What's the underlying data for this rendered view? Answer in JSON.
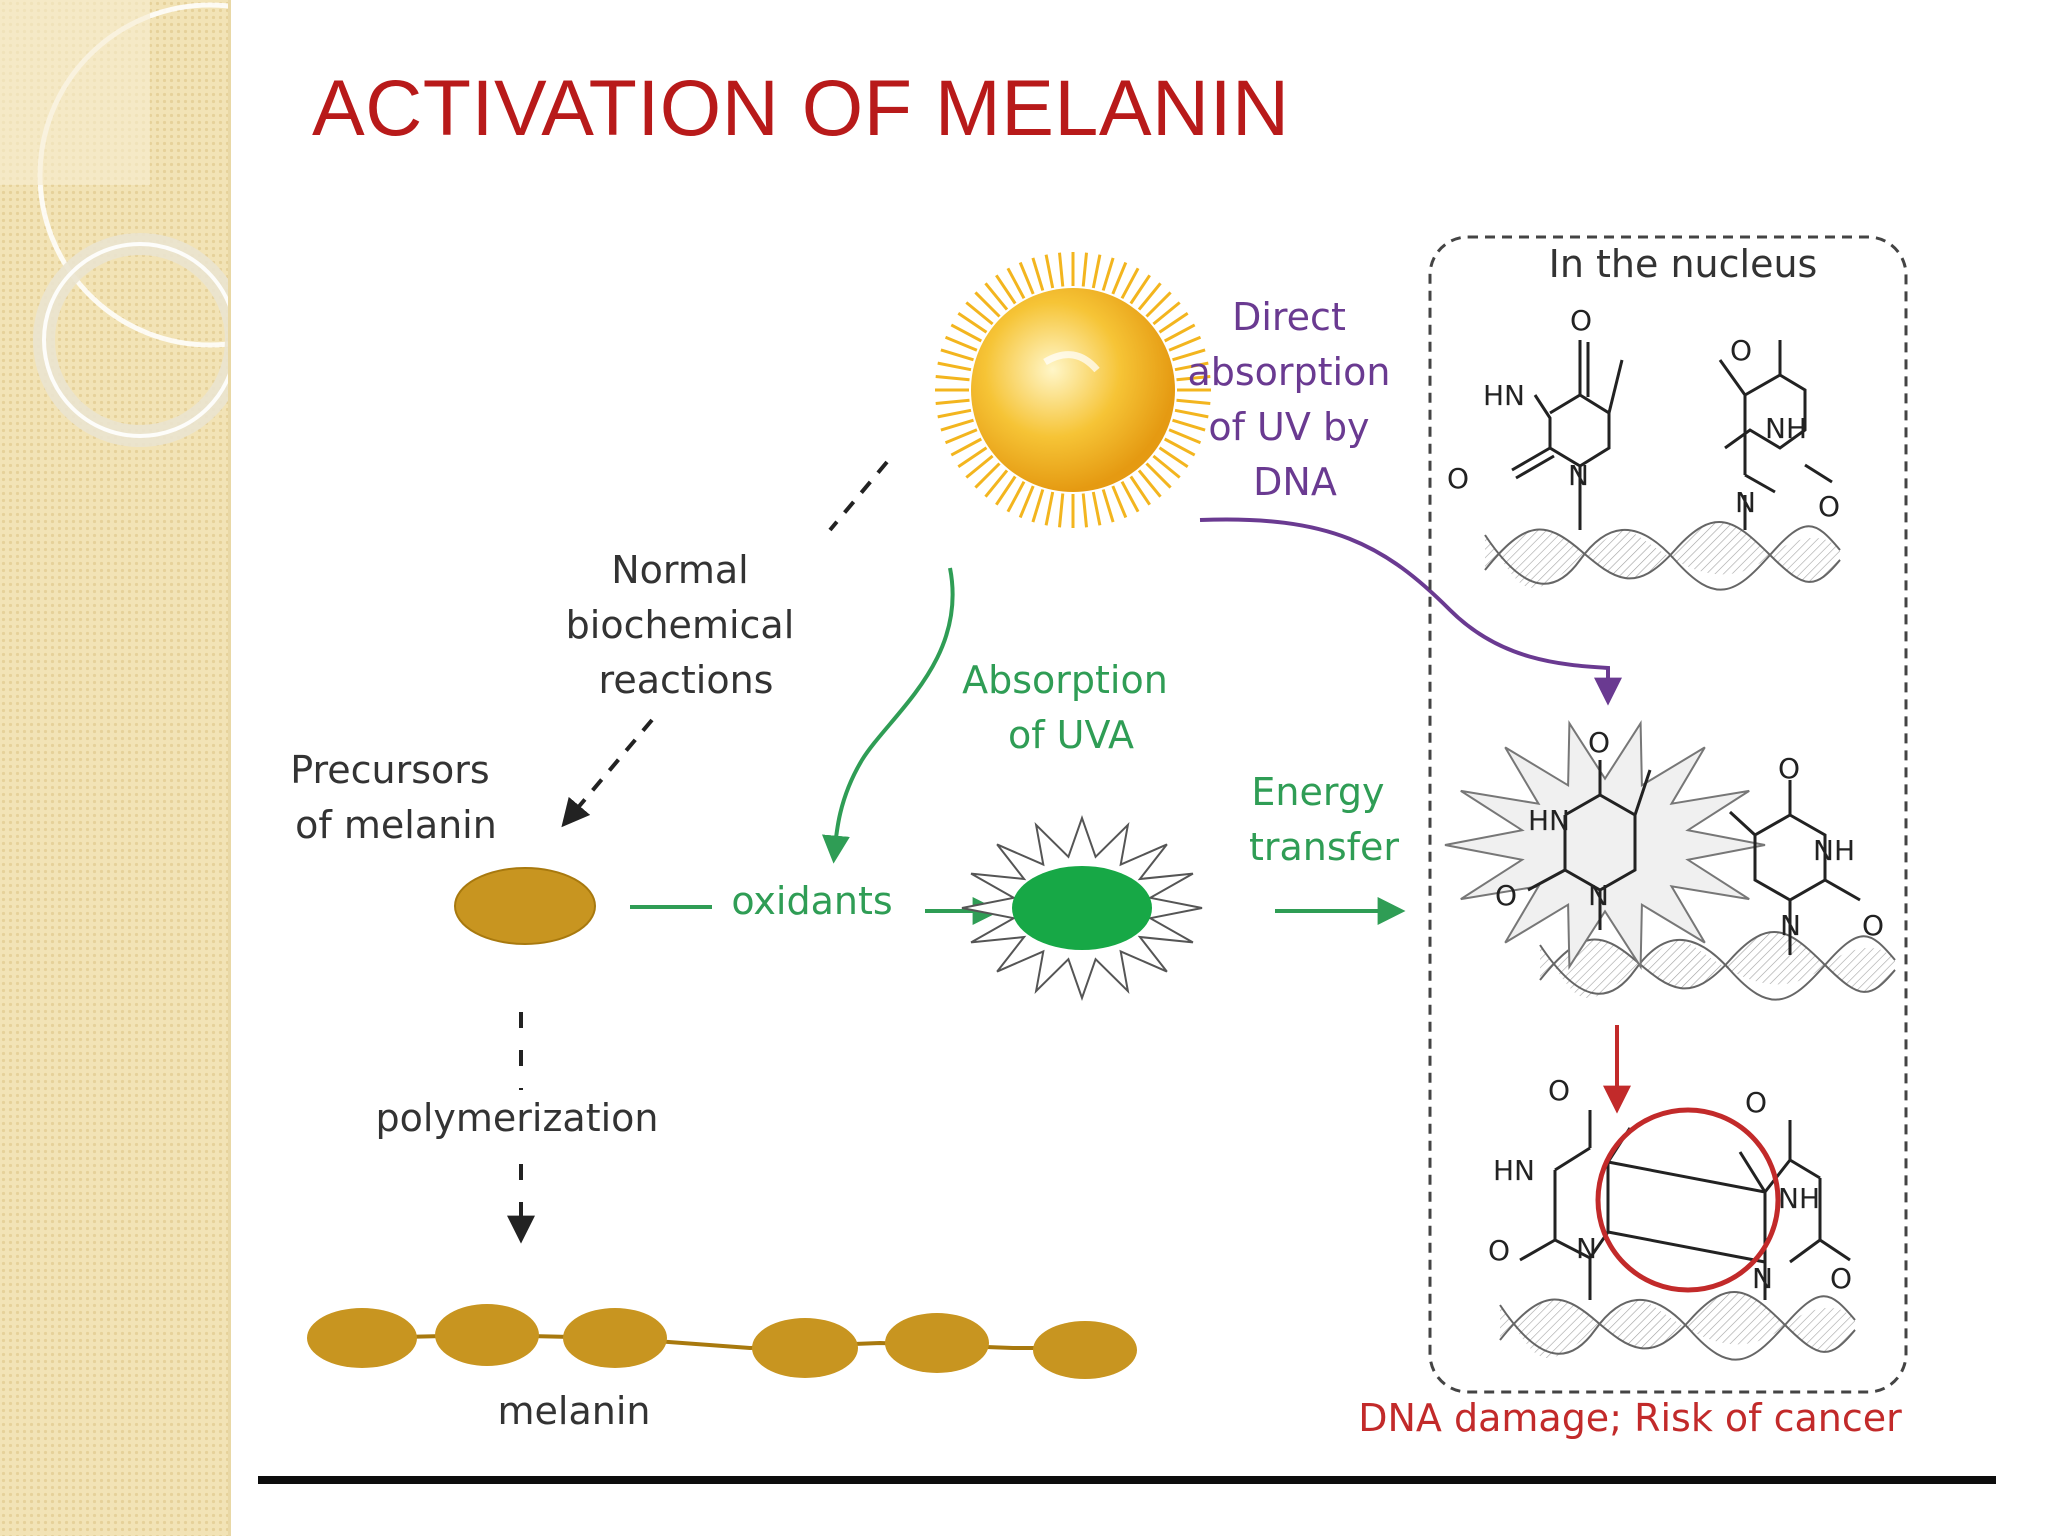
{
  "slide": {
    "title": "ACTIVATION OF MELANIN"
  },
  "diagram": {
    "normal_reactions": [
      "Normal",
      "biochemical",
      "reactions"
    ],
    "direct_absorption": [
      "Direct",
      "absorption",
      "of UV by",
      "DNA"
    ],
    "absorption_uva": [
      "Absorption",
      "of UVA"
    ],
    "precursors": [
      "Precursors",
      "of melanin"
    ],
    "oxidants": "oxidants",
    "energy_transfer": [
      "Energy",
      "transfer"
    ],
    "polymerization": "polymerization",
    "melanin": "melanin",
    "nucleus": "In the nucleus",
    "damage": "DNA damage; Risk of cancer",
    "chem": {
      "O": "O",
      "HN": "HN",
      "NH": "NH",
      "N": "N"
    }
  },
  "colors": {
    "title": "#b81a1a",
    "label": "#333333",
    "purple": "#6a3a91",
    "green": "#2f9d55",
    "red": "#c22a2a",
    "melanin": "#c89520",
    "sun": "#f2b21c"
  }
}
